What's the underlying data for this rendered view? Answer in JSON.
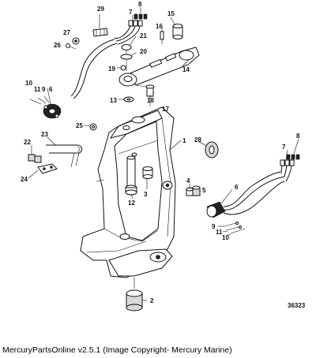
{
  "diagram": {
    "drawing_number": "36323",
    "callouts": [
      "29",
      "8",
      "7",
      "15",
      "16",
      "27",
      "21",
      "26",
      "20",
      "19",
      "14",
      "10",
      "11",
      "9",
      "6",
      "13",
      "18",
      "17",
      "25",
      "1",
      "28",
      "22",
      "23",
      "8",
      "7",
      "24",
      "4",
      "5",
      "12",
      "3",
      "6",
      "9",
      "11",
      "10",
      "2"
    ]
  },
  "caption": "MercuryPartsOnline v2.5.1 (Image Copyright- Mercury Marine)"
}
